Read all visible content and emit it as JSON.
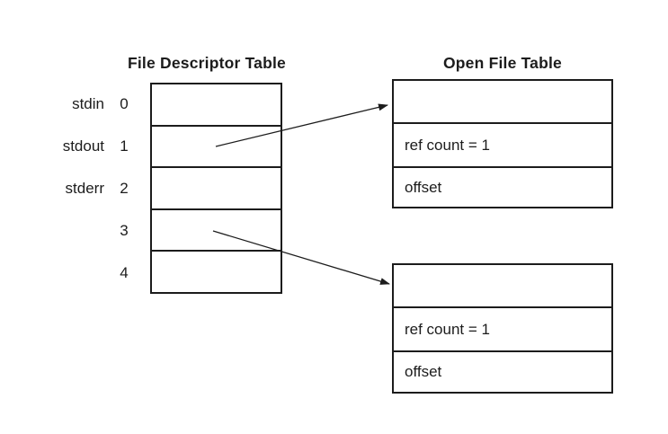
{
  "diagram": {
    "fd_table": {
      "title": "File Descriptor Table",
      "rows": [
        {
          "name": "stdin",
          "index": "0"
        },
        {
          "name": "stdout",
          "index": "1"
        },
        {
          "name": "stderr",
          "index": "2"
        },
        {
          "name": "",
          "index": "3"
        },
        {
          "name": "",
          "index": "4"
        }
      ]
    },
    "open_file_table": {
      "title": "Open File Table",
      "entries": [
        {
          "rows": [
            "",
            "ref count = 1",
            "offset"
          ]
        },
        {
          "rows": [
            "",
            "ref count = 1",
            "offset"
          ]
        }
      ]
    },
    "arrows": [
      {
        "from": "fd-row-1",
        "to": "open-file-entry-1"
      },
      {
        "from": "fd-row-3",
        "to": "open-file-entry-2"
      }
    ],
    "colors": {
      "line": "#1c1c1c",
      "text": "#1c1c1c",
      "background": "#ffffff"
    }
  }
}
